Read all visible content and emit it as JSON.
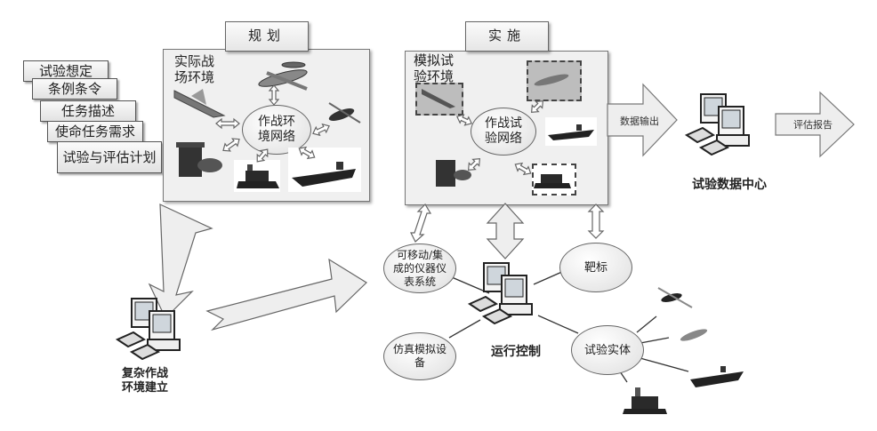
{
  "stack_cards": [
    "试验想定",
    "条例条令",
    "任务描述",
    "使命任务需求",
    "试验与评估计划"
  ],
  "planning": {
    "tab_label": "规划",
    "env_label_line1": "实际战",
    "env_label_line2": "场环境",
    "network_line1": "作战环",
    "network_line2": "境网络"
  },
  "implementation": {
    "tab_label": "实施",
    "env_label_line1": "模拟试",
    "env_label_line2": "验环境",
    "network_line1": "作战试",
    "network_line2": "验网络"
  },
  "data_output_label": "数据输出",
  "data_center_label": "试验数据中心",
  "eval_report_label": "评估报告",
  "complex_env": {
    "line1": "复杂作战",
    "line2": "环境建立"
  },
  "run_control_label": "运行控制",
  "nodes": {
    "instrument": {
      "line1": "可移动/集",
      "line2": "成的仪器仪",
      "line3": "表系统"
    },
    "target": "靶标",
    "simulation": {
      "line1": "仿真模拟设",
      "line2": "备"
    },
    "test_entity": "试验实体"
  },
  "colors": {
    "panel_bg": "#f0f0f0",
    "border": "#666666",
    "arrow_fill": "#eeeeee",
    "equipment": "#2a2a2a"
  }
}
